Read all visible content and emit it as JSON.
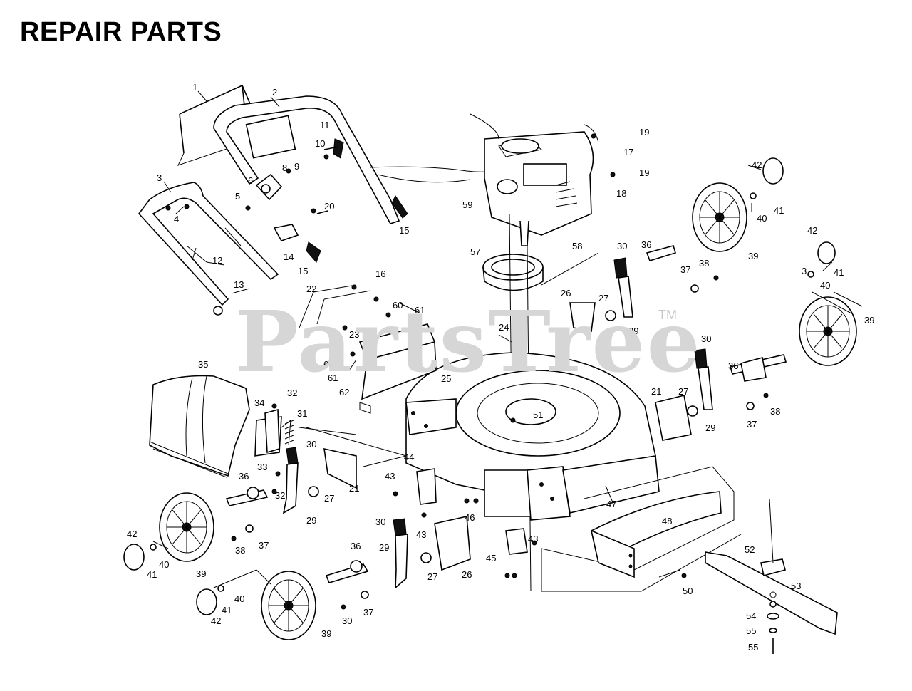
{
  "title": "REPAIR PARTS",
  "watermark": "PartsTree",
  "watermark_tm": "TM",
  "parts": [
    {
      "num": "1",
      "label": "1"
    },
    {
      "num": "2",
      "label": "2"
    },
    {
      "num": "3",
      "label": "3"
    },
    {
      "num": "4",
      "label": "4"
    },
    {
      "num": "5",
      "label": "5"
    },
    {
      "num": "6",
      "label": "6"
    },
    {
      "num": "8",
      "label": "8"
    },
    {
      "num": "9",
      "label": "9"
    },
    {
      "num": "10",
      "label": "10"
    },
    {
      "num": "11",
      "label": "11"
    },
    {
      "num": "12",
      "label": "12"
    },
    {
      "num": "13",
      "label": "13"
    },
    {
      "num": "14",
      "label": "14"
    },
    {
      "num": "15a",
      "label": "15"
    },
    {
      "num": "15b",
      "label": "15"
    },
    {
      "num": "16",
      "label": "16"
    },
    {
      "num": "17",
      "label": "17"
    },
    {
      "num": "18",
      "label": "18"
    },
    {
      "num": "19a",
      "label": "19"
    },
    {
      "num": "19b",
      "label": "19"
    },
    {
      "num": "20",
      "label": "20"
    },
    {
      "num": "21a",
      "label": "21"
    },
    {
      "num": "21b",
      "label": "21"
    },
    {
      "num": "22",
      "label": "22"
    },
    {
      "num": "23",
      "label": "23"
    },
    {
      "num": "24",
      "label": "24"
    },
    {
      "num": "25",
      "label": "25"
    },
    {
      "num": "26a",
      "label": "26"
    },
    {
      "num": "26b",
      "label": "26"
    },
    {
      "num": "27a",
      "label": "27"
    },
    {
      "num": "27b",
      "label": "27"
    },
    {
      "num": "27c",
      "label": "27"
    },
    {
      "num": "27d",
      "label": "27"
    },
    {
      "num": "29a",
      "label": "29"
    },
    {
      "num": "29b",
      "label": "29"
    },
    {
      "num": "29c",
      "label": "29"
    },
    {
      "num": "29d",
      "label": "29"
    },
    {
      "num": "30a",
      "label": "30"
    },
    {
      "num": "30b",
      "label": "30"
    },
    {
      "num": "30c",
      "label": "30"
    },
    {
      "num": "30d",
      "label": "30"
    },
    {
      "num": "31",
      "label": "31"
    },
    {
      "num": "32a",
      "label": "32"
    },
    {
      "num": "32b",
      "label": "32"
    },
    {
      "num": "33",
      "label": "33"
    },
    {
      "num": "34",
      "label": "34"
    },
    {
      "num": "35",
      "label": "35"
    },
    {
      "num": "36a",
      "label": "36"
    },
    {
      "num": "36b",
      "label": "36"
    },
    {
      "num": "36c",
      "label": "36"
    },
    {
      "num": "36d",
      "label": "36"
    },
    {
      "num": "37a",
      "label": "37"
    },
    {
      "num": "37b",
      "label": "37"
    },
    {
      "num": "37c",
      "label": "37"
    },
    {
      "num": "37d",
      "label": "37"
    },
    {
      "num": "38a",
      "label": "38"
    },
    {
      "num": "38b",
      "label": "38"
    },
    {
      "num": "38c",
      "label": "38"
    },
    {
      "num": "38d",
      "label": "30"
    },
    {
      "num": "39a",
      "label": "39"
    },
    {
      "num": "39b",
      "label": "39"
    },
    {
      "num": "39c",
      "label": "39"
    },
    {
      "num": "39d",
      "label": "39"
    },
    {
      "num": "40a",
      "label": "40"
    },
    {
      "num": "40b",
      "label": "40"
    },
    {
      "num": "40c",
      "label": "40"
    },
    {
      "num": "40d",
      "label": "40"
    },
    {
      "num": "41a",
      "label": "41"
    },
    {
      "num": "41b",
      "label": "41"
    },
    {
      "num": "41c",
      "label": "41"
    },
    {
      "num": "41d",
      "label": "41"
    },
    {
      "num": "42a",
      "label": "42"
    },
    {
      "num": "42b",
      "label": "42"
    },
    {
      "num": "42c",
      "label": "42"
    },
    {
      "num": "42d",
      "label": "42"
    },
    {
      "num": "43a",
      "label": "43"
    },
    {
      "num": "43b",
      "label": "43"
    },
    {
      "num": "43c",
      "label": "43"
    },
    {
      "num": "44",
      "label": "44"
    },
    {
      "num": "45",
      "label": "45"
    },
    {
      "num": "46",
      "label": "46"
    },
    {
      "num": "47",
      "label": "47"
    },
    {
      "num": "48",
      "label": "48"
    },
    {
      "num": "50",
      "label": "50"
    },
    {
      "num": "51",
      "label": "51"
    },
    {
      "num": "52",
      "label": "52"
    },
    {
      "num": "53",
      "label": "53"
    },
    {
      "num": "54",
      "label": "54"
    },
    {
      "num": "55a",
      "label": "55"
    },
    {
      "num": "55b",
      "label": "55"
    },
    {
      "num": "57",
      "label": "57"
    },
    {
      "num": "58",
      "label": "58"
    },
    {
      "num": "59",
      "label": "59"
    },
    {
      "num": "60a",
      "label": "60"
    },
    {
      "num": "60b",
      "label": "60"
    },
    {
      "num": "61a",
      "label": "61"
    },
    {
      "num": "61b",
      "label": "61"
    },
    {
      "num": "62",
      "label": "62"
    },
    {
      "num": "3b",
      "label": "3"
    }
  ]
}
